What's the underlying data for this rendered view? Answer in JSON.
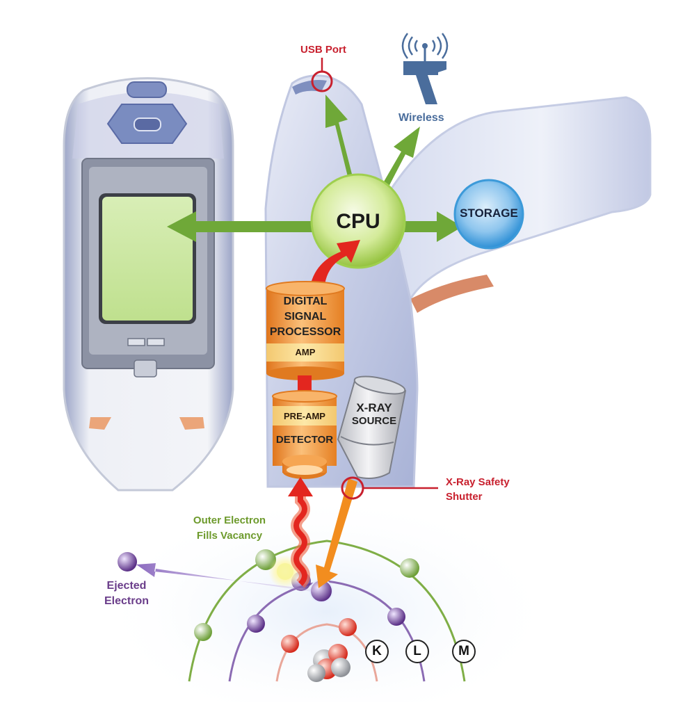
{
  "colors": {
    "green_arrow": "#6fa838",
    "red_arrow": "#e3261f",
    "orange_arrow": "#f28d1f",
    "cpu_fill": "#b9dc63",
    "storage_fill": "#4aa3e0",
    "component_orange": "#f09a33",
    "label_red": "#c8202e",
    "label_blue": "#4a6d9c",
    "label_green": "#6d9a2c",
    "label_purple": "#6a3d8a",
    "screen_green": "#cfe8a6"
  },
  "labels": {
    "usb_port": "USB Port",
    "wireless": "Wireless",
    "cpu": "CPU",
    "storage": "STORAGE",
    "dsp_line1": "DIGITAL",
    "dsp_line2": "SIGNAL",
    "dsp_line3": "PROCESSOR",
    "amp": "AMP",
    "pre_amp": "PRE-AMP",
    "detector": "DETECTOR",
    "xray_line1": "X-RAY",
    "xray_line2": "SOURCE",
    "shutter_line1": "X-Ray Safety",
    "shutter_line2": "Shutter",
    "outer_line1": "Outer Electron",
    "outer_line2": "Fills Vacancy",
    "ejected_line1": "Ejected",
    "ejected_line2": "Electron",
    "shell_k": "K",
    "shell_l": "L",
    "shell_m": "M"
  },
  "icons": {
    "wireless": "wireless-antenna-icon",
    "usb": "usb-port-marker-icon",
    "shutter": "shutter-marker-icon"
  }
}
